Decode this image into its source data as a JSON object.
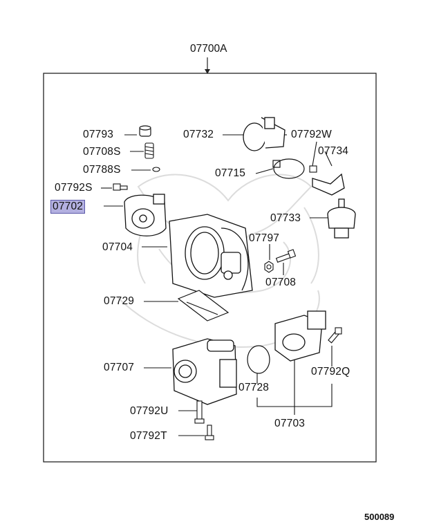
{
  "assembly_number": "07700A",
  "catalog_number": "500089",
  "highlighted_part": "07702",
  "colors": {
    "highlight": "#b3b0e0",
    "line": "#111111",
    "watermark": "#dcdcdc"
  },
  "callouts": {
    "p07793": "07793",
    "p07708S": "07708S",
    "p07788S": "07788S",
    "p07792S": "07792S",
    "p07702": "07702",
    "p07704": "07704",
    "p07729": "07729",
    "p07707": "07707",
    "p07792U": "07792U",
    "p07792T": "07792T",
    "p07732": "07732",
    "p07792W": "07792W",
    "p07734": "07734",
    "p07715": "07715",
    "p07733": "07733",
    "p07797": "07797",
    "p07708": "07708",
    "p07728": "07728",
    "p07792Q": "07792Q",
    "p07703": "07703"
  }
}
